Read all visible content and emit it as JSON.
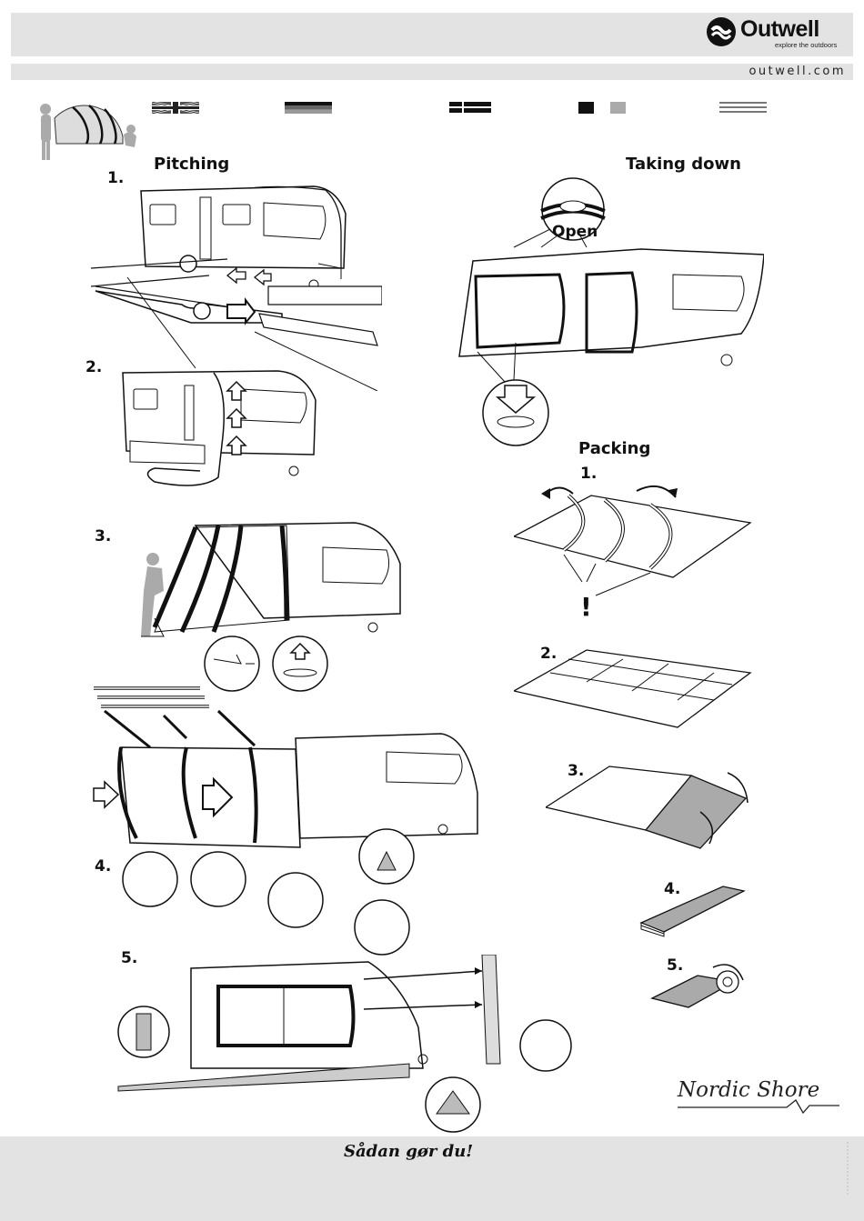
{
  "header": {
    "brand_name": "Outwell",
    "brand_mark": "®",
    "brand_tagline": "explore the outdoors",
    "website": "outwell.com"
  },
  "languages": [
    {
      "icon": "uk-flag-icon"
    },
    {
      "icon": "de-flag-icon"
    },
    {
      "icon": "nl-flag-icon"
    },
    {
      "icon": "fr-flag-icon"
    },
    {
      "icon": "ee-flag-icon"
    }
  ],
  "pitching": {
    "title": "Pitching",
    "steps": [
      "1.",
      "2.",
      "3.",
      "4.",
      "5."
    ]
  },
  "taking_down": {
    "title": "Taking down",
    "callout": "Open"
  },
  "packing": {
    "title": "Packing",
    "steps": [
      "1.",
      "2.",
      "3.",
      "4.",
      "5."
    ],
    "warning": "!"
  },
  "product_name": "Nordic Shore",
  "footer": {
    "text": "Sådan gør du!"
  },
  "colors": {
    "band_gray": "#e3e3e3",
    "ink": "#111111",
    "fill_gray": "#bdbdbd"
  }
}
